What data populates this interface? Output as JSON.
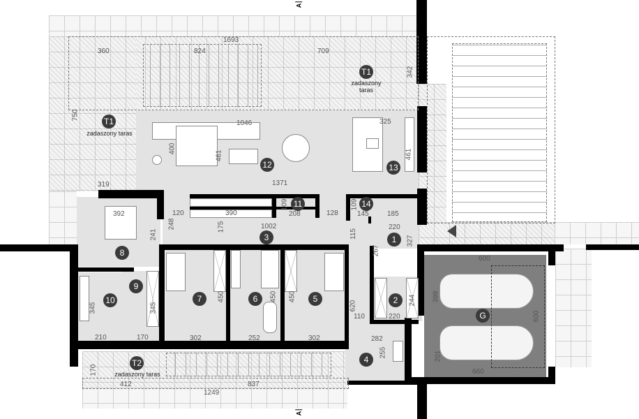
{
  "plan": {
    "section_marker": "A",
    "terraces": [
      {
        "id": "T1",
        "label": "zadaszony taras",
        "position": "top-right"
      },
      {
        "id": "T1",
        "label": "zadaszony taras",
        "position": "left"
      },
      {
        "id": "T2",
        "label": "zadaszony taras",
        "position": "bottom"
      }
    ],
    "rooms": [
      {
        "id": "1"
      },
      {
        "id": "2"
      },
      {
        "id": "3"
      },
      {
        "id": "4"
      },
      {
        "id": "5"
      },
      {
        "id": "6"
      },
      {
        "id": "7"
      },
      {
        "id": "8"
      },
      {
        "id": "9"
      },
      {
        "id": "10"
      },
      {
        "id": "11"
      },
      {
        "id": "12"
      },
      {
        "id": "13"
      },
      {
        "id": "14"
      },
      {
        "id": "G"
      }
    ],
    "dimensions": {
      "top_total": "1693",
      "top_left": "360",
      "top_stairs": "824",
      "top_right": "709",
      "t1_height": "342",
      "left_height": "750",
      "left_width": "319",
      "living_width": "1046",
      "living_h1": "400",
      "living_h2": "461",
      "kitchen_width": "325",
      "kitchen_h": "461",
      "living_total": "1371",
      "hall_120": "120",
      "hall_390": "390",
      "wc_109": "109",
      "wc_208": "208",
      "hall_128": "128",
      "pantry_109": "109",
      "pantry_145": "145",
      "pantry_185": "185",
      "corridor_248": "248",
      "corridor_175": "175",
      "corridor_1002": "1002",
      "corridor_115": "115",
      "hall_220": "220",
      "hall_327": "327",
      "hall_267": "267",
      "bed8_392": "392",
      "bed8_241": "241",
      "bath10_345": "345",
      "closet9_345": "345",
      "bath10_210": "210",
      "closet9_170": "170",
      "room7_450": "450",
      "room6_450": "450",
      "room5_450": "450",
      "room7_302": "302",
      "room6_252": "252",
      "room5_302": "302",
      "corridor_620": "620",
      "corridor_110": "110",
      "closet2_244": "244",
      "closet2_220": "220",
      "utility_282": "282",
      "utility_255": "255",
      "garage_600_top": "600",
      "garage_399": "399",
      "garage_600_side": "600",
      "garage_201": "201",
      "garage_660": "660",
      "t2_170": "170",
      "t2_412": "412",
      "t2_837": "837",
      "t2_total": "1249"
    }
  },
  "colors": {
    "wall": "#000000",
    "floor": "#e3e3e3",
    "garage_floor": "#7f7f7f",
    "badge": "#3a3a3a",
    "terrace": "#f3f3f3"
  }
}
